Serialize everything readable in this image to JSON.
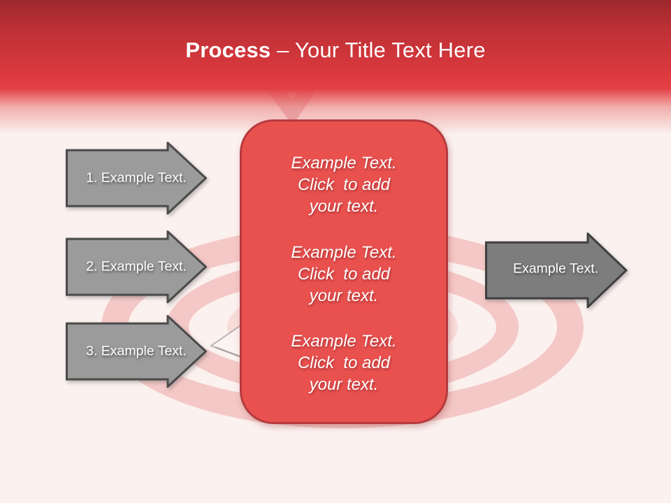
{
  "slide": {
    "background_color": "#fbf1ef",
    "header": {
      "title_bold": "Process",
      "title_rest": " – Your Title Text Here",
      "gradient_top_color": "#9c282c",
      "gradient_bright_color": "#e2413f",
      "title_color": "#ffffff"
    },
    "left_arrows": [
      {
        "label": "1. Example Text."
      },
      {
        "label": "2. Example Text."
      },
      {
        "label": "3. Example Text."
      }
    ],
    "right_arrow": {
      "label": "Example Text."
    },
    "center_box": {
      "fill_color": "#e9514f",
      "border_color": "#b53a3e",
      "blocks": [
        {
          "line1": "Example Text.",
          "line2": "Click  to add",
          "line3": "your text."
        },
        {
          "line1": "Example Text.",
          "line2": "Click  to add",
          "line3": "your text."
        },
        {
          "line1": "Example Text.",
          "line2": "Click  to add",
          "line3": "your text."
        }
      ]
    },
    "decor": {
      "left_arrow_fill": "#9b9b9b",
      "left_arrow_stroke": "#4a4a4a",
      "right_arrow_fill": "#7d7d7d",
      "right_arrow_stroke": "#3f3f3f",
      "target_ring_color": "#f4c8c6"
    }
  }
}
